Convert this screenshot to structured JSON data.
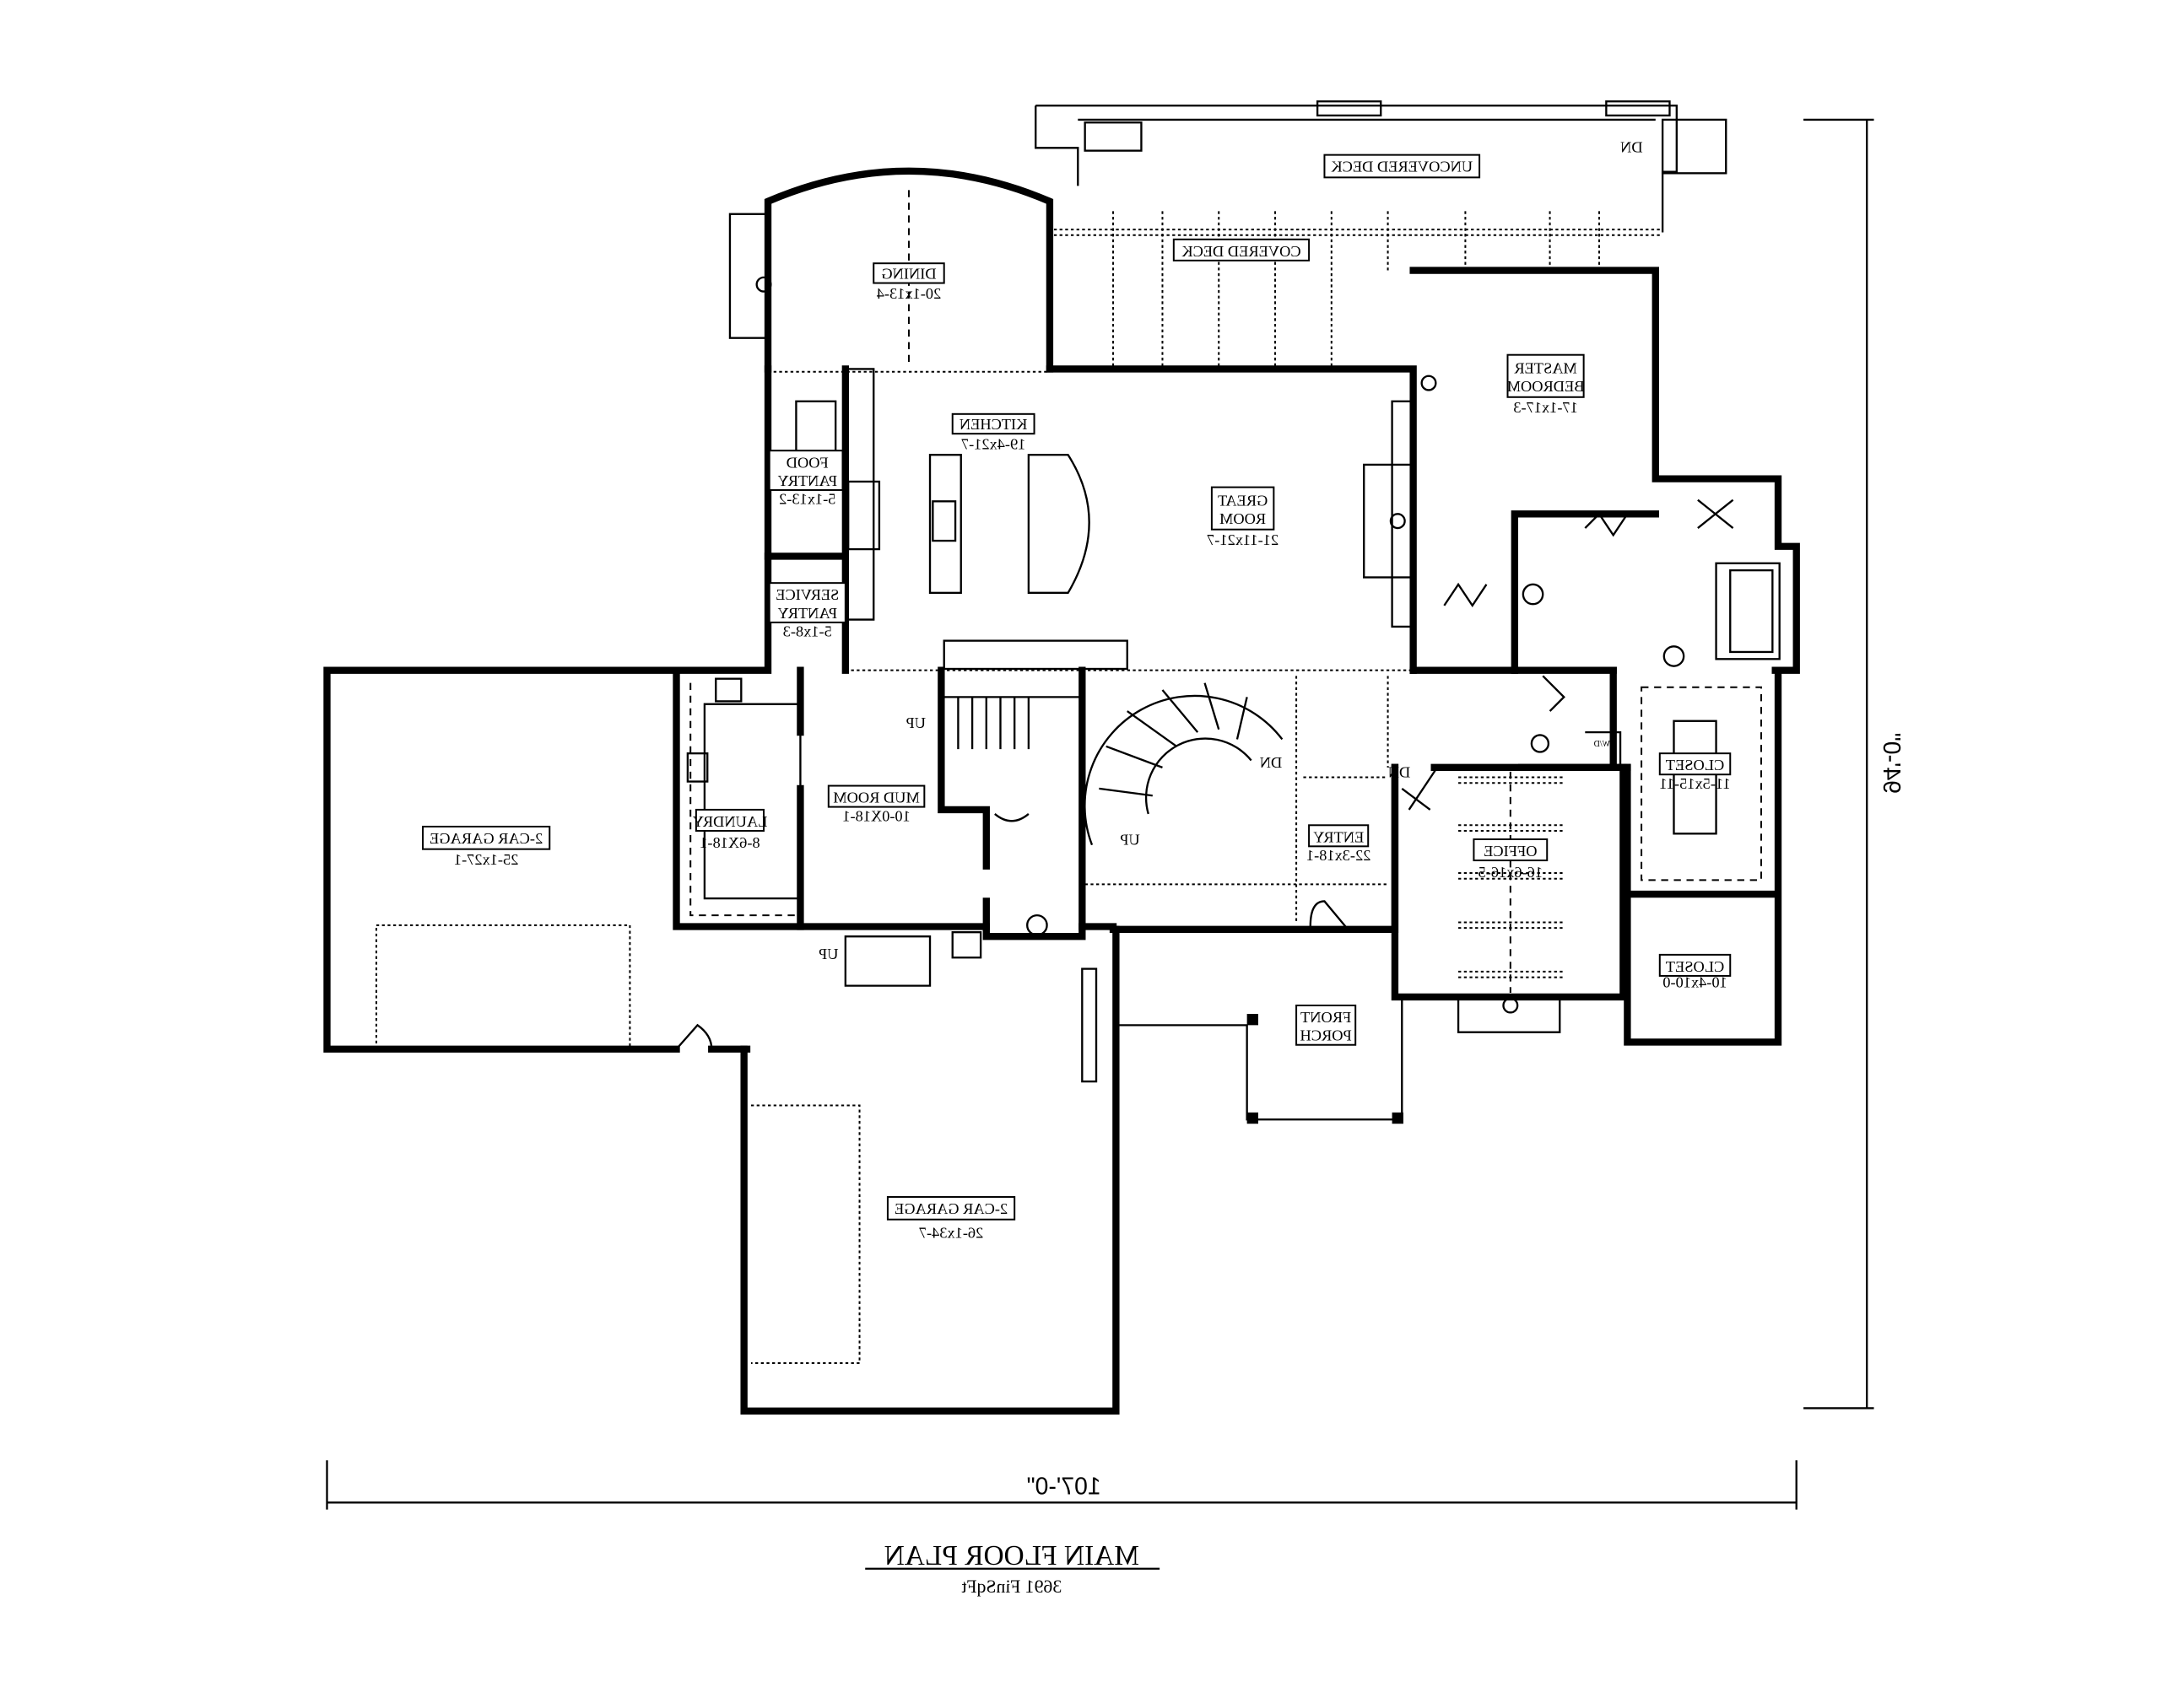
{
  "plan": {
    "title": "MAIN FLOOR PLAN",
    "subtitle": "3691 FinSqFt",
    "width_dim": "107'-0\"",
    "depth_dim": "94'-0\"",
    "mirrored": true
  },
  "rooms": {
    "uncovered_deck": {
      "name": "UNCOVERED DECK"
    },
    "covered_deck": {
      "name": "COVERED DECK"
    },
    "dining": {
      "name": "DINING",
      "size": "20-1x13-4"
    },
    "kitchen": {
      "name": "KITCHEN",
      "size": "19-4x21-7"
    },
    "food_pantry": {
      "name1": "FOOD",
      "name2": "PANTRY",
      "size": "5-1x13-2"
    },
    "service_pantry": {
      "name1": "SERVICE",
      "name2": "PANTRY",
      "size": "5-1x8-3"
    },
    "great_room": {
      "name1": "GREAT",
      "name2": "ROOM",
      "size": "21-11x21-7"
    },
    "master_bedroom": {
      "name1": "MASTER",
      "name2": "BEDROOM",
      "size": "17-1x17-3"
    },
    "garage_left": {
      "name": "2-CAR GARAGE",
      "size": "25-1x27-1"
    },
    "laundry": {
      "name": "LAUNDRY",
      "size": "8-6X18-1"
    },
    "mud_room": {
      "name": "MUD ROOM",
      "size": "10-0X18-1"
    },
    "entry": {
      "name": "ENTRY",
      "size": "22-3x18-1"
    },
    "office": {
      "name": "OFFICE",
      "size": "16-6x16-5"
    },
    "closet_master": {
      "name": "CLOSET",
      "size": "11-5x15-11"
    },
    "closet_office": {
      "name": "CLOSET",
      "size": "10-4x10-0"
    },
    "front_porch": {
      "name1": "FRONT",
      "name2": "PORCH"
    },
    "garage_right": {
      "name": "2-CAR GARAGE",
      "size": "26-1x34-7"
    }
  },
  "stairs": {
    "up_main": "UP",
    "up_spiral": "UP",
    "dn_spiral": "DN",
    "dn_entry": "DN",
    "up_garage": "UP",
    "dn_deck": "DN"
  },
  "fixtures": {
    "washer_dryer": "W/D"
  }
}
